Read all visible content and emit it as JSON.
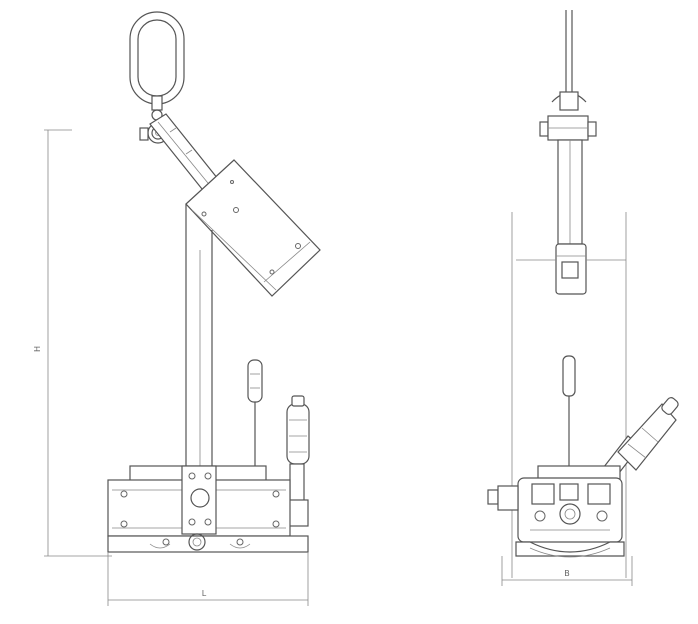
{
  "dimensions": {
    "height_label": "H",
    "length_label": "L",
    "width_label": "B"
  }
}
